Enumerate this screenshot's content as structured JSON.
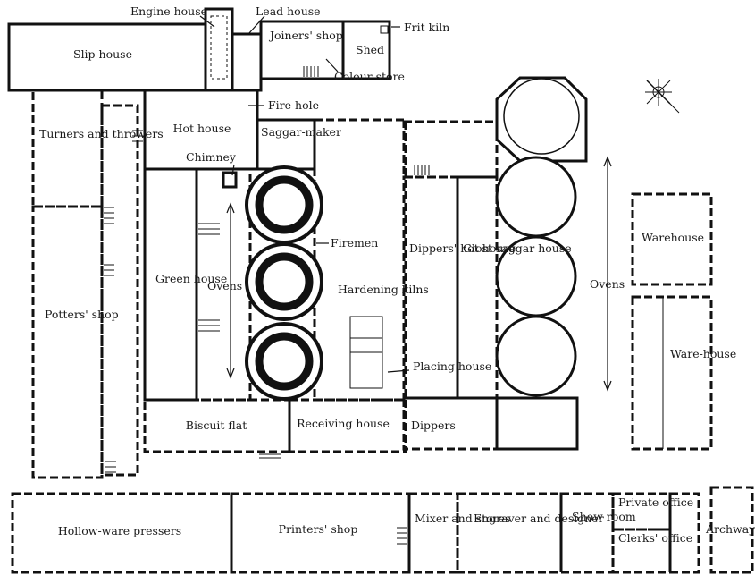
{
  "labels": {
    "engine_house": "Engine house",
    "lead_house": "Lead house",
    "frit_kiln": "Frit kiln",
    "slip_house": "Slip house",
    "joiners_shop": "Joiners' shop",
    "shed": "Shed",
    "colour_store": "Colour store",
    "fire_hole": "Fire hole",
    "hot_house": "Hot house",
    "saggar_maker": "Saggar-maker",
    "chimney": "Chimney",
    "turners_and_throwers": "Turners and throwers",
    "firemen": "Firemen",
    "green_house": "Green house",
    "ovens_left": "Ovens",
    "hardening_kilns": "Hardening kilns",
    "potters_shop": "Potters' shop",
    "placing_house": "Placing house",
    "biscuit_flat": "Biscuit flat",
    "receiving_house": "Receiving house",
    "dippers_hot_house": "Dippers' hot house",
    "glost_saggar_house": "Glost saggar house",
    "dippers": "Dippers",
    "ovens_right": "Ovens",
    "warehouse_upper": "Warehouse",
    "warehouse_lower": "Ware-house",
    "hollow_ware_pressers": "Hollow-ware pressers",
    "printers_shop": "Printers' shop",
    "mixer_and_stores": "Mixer and stores",
    "engraver_and_designer": "Engraver and designer",
    "show_room": "Show room",
    "private_office": "Private office",
    "clerks_office": "Clerks' office",
    "archway": "Archway"
  }
}
